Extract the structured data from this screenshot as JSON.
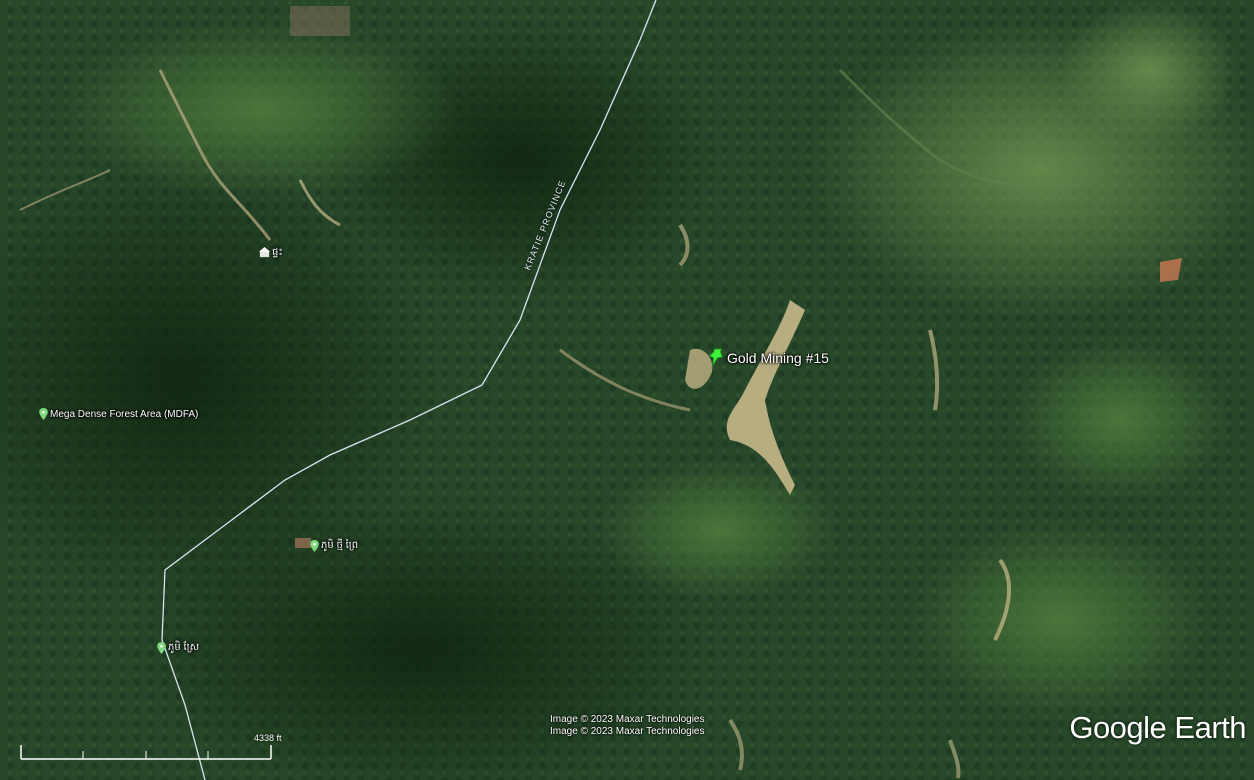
{
  "map": {
    "colors": {
      "forest_dark": "#1f3a1e",
      "forest_mid": "#2f5a2a",
      "clearing": "#c9bc8c",
      "boundary": "#d8e3f3",
      "pin_green": "#3cf23c",
      "pin_small": "#7ed87e"
    },
    "boundary_label": "KRATIE PROVINCE",
    "featured_placemark": {
      "label": "Gold Mining #15",
      "icon": "pushpin-icon"
    },
    "placemarks": [
      {
        "label": "Mega Dense Forest Area (MDFA)",
        "icon": "map-pin-icon"
      },
      {
        "label": "ផ្ទះ",
        "icon": "building-icon"
      },
      {
        "label": "ភូមិ ថ្មី ​ព្រៃ",
        "icon": "map-pin-icon"
      },
      {
        "label": "ភូមិ ស្រែ",
        "icon": "map-pin-icon"
      }
    ],
    "imagery_credits": [
      "Image © 2023 Maxar Technologies",
      "Image © 2023 Maxar Technologies"
    ],
    "brand": "Google Earth",
    "scale": {
      "label": "4338 ft"
    }
  }
}
